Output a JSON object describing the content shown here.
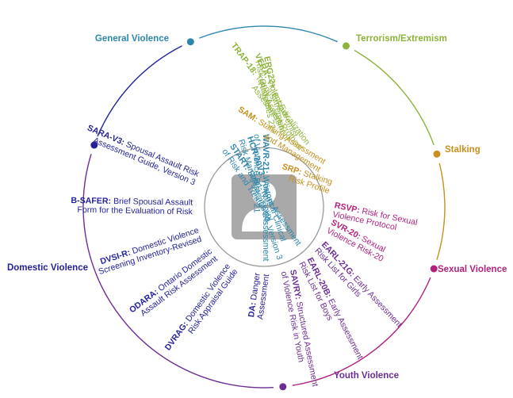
{
  "colors": {
    "general": "#2E86AB",
    "terrorism": "#8DB33A",
    "stalking": "#C8901E",
    "sexual": "#B0227F",
    "youth": "#6B2C94",
    "domestic": "#24229A",
    "person": "#A9A9A9"
  },
  "center_icon": "person-silhouette-icon",
  "categories": [
    {
      "key": "general",
      "label": "General Violence",
      "color": "#2E86AB"
    },
    {
      "key": "terrorism",
      "label": "Terrorism/Extremism",
      "color": "#8DB33A"
    },
    {
      "key": "stalking",
      "label": "Stalking",
      "color": "#C8901E"
    },
    {
      "key": "sexual",
      "label": "Sexual Violence",
      "color": "#B0227F"
    },
    {
      "key": "youth",
      "label": "Youth Violence",
      "color": "#6B2C94"
    },
    {
      "key": "domestic",
      "label": "Domestic Violence",
      "color": "#24229A"
    }
  ],
  "tools": [
    {
      "abbr": "WAVR-21:",
      "lines": [
        "WorkplaceAssessment",
        "of Violence Risk – 21"
      ],
      "color": "#2E86AB"
    },
    {
      "abbr": "HCR-20V3:",
      "lines": [
        "Historical Clinical",
        "Risk Management – 20, Version 3"
      ],
      "color": "#2E86AB"
    },
    {
      "abbr": "START:",
      "lines": [
        "Short-Term Assessment",
        "of Risk and Treatability"
      ],
      "color": "#2E86AB"
    },
    {
      "abbr": "ERG22+:",
      "lines": [
        "Extremism",
        "Risk Guidelines 22+"
      ],
      "color": "#8DB33A"
    },
    {
      "abbr": "VERA:",
      "lines": [
        "Violent Extremist",
        "Risk Assessment"
      ],
      "color": "#8DB33A"
    },
    {
      "abbr": "TRAP-18:",
      "lines": [
        "Terrorist Radicalization",
        "Assessment Protocol"
      ],
      "color": "#8DB33A"
    },
    {
      "abbr": "SAM:",
      "lines": [
        "Stalking Assessment",
        "and Management"
      ],
      "color": "#C8901E"
    },
    {
      "abbr": "SRP:",
      "lines": [
        "Stalking",
        "Risk Profile"
      ],
      "color": "#C8901E"
    },
    {
      "abbr": "RSVP:",
      "lines": [
        "Risk for Sexual",
        "Violence Protocol"
      ],
      "color": "#B0227F"
    },
    {
      "abbr": "SVR-20:",
      "lines": [
        "Sexual",
        "Violence Risk-20"
      ],
      "color": "#B0227F"
    },
    {
      "abbr": "EARL-21G:",
      "lines": [
        "Early Assessment",
        "Risk List for Girls"
      ],
      "color": "#6B2C94"
    },
    {
      "abbr": "EARL-20B:",
      "lines": [
        "Early Assessment",
        "Risk List for Boys"
      ],
      "color": "#6B2C94"
    },
    {
      "abbr": "SAVRY:",
      "lines": [
        "Structured Assessment",
        "of Violence Risk in Youth"
      ],
      "color": "#6B2C94"
    },
    {
      "abbr": "DA:",
      "lines": [
        "Danger",
        "Assessment"
      ],
      "color": "#24229A"
    },
    {
      "abbr": "DVRAG:",
      "lines": [
        "Domestic Violence",
        "Risk Appraisal Guide"
      ],
      "color": "#24229A"
    },
    {
      "abbr": "ODARA:",
      "lines": [
        "Ontario Domestic",
        "Assault Risk Assessment"
      ],
      "color": "#24229A"
    },
    {
      "abbr": "DVSI-R:",
      "lines": [
        "Domestic Violence",
        "Screening Inventory-Revised"
      ],
      "color": "#24229A"
    },
    {
      "abbr": "B-SAFER:",
      "lines": [
        "Brief Spousal Assault",
        "Form for the Evaluation of Risk"
      ],
      "color": "#24229A"
    },
    {
      "abbr": "SARA-V3:",
      "lines": [
        "Spousal Assault Risk",
        "Assessment Guide, Version 3"
      ],
      "color": "#24229A"
    }
  ]
}
